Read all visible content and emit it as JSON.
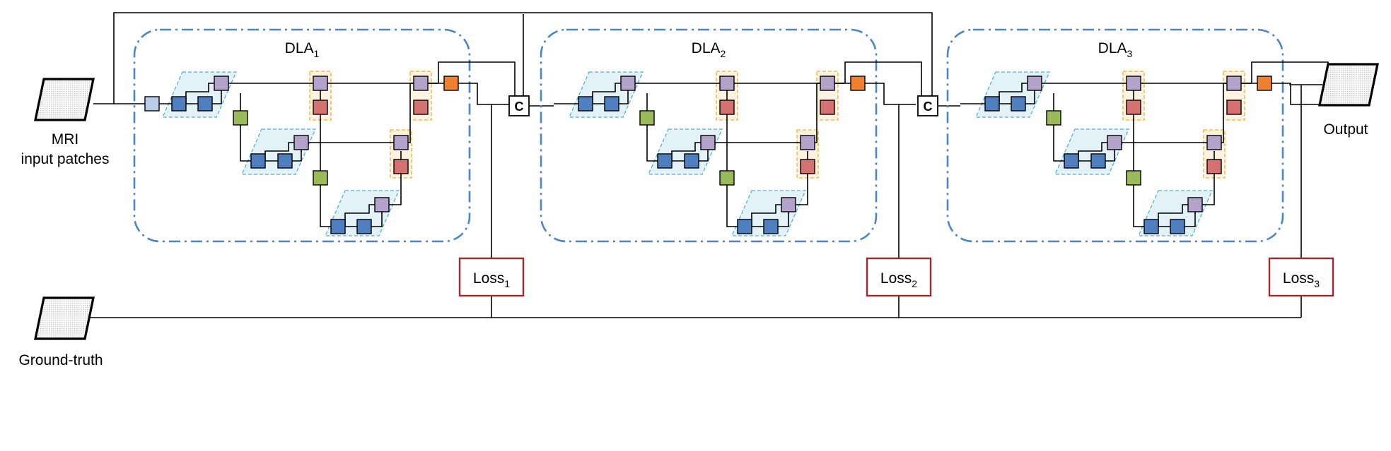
{
  "input": {
    "line1": "MRI",
    "line2": "input patches"
  },
  "output": {
    "label": "Output"
  },
  "groundtruth": {
    "label": "Ground-truth"
  },
  "modules": [
    {
      "name": "DLA",
      "sub": "1"
    },
    {
      "name": "DLA",
      "sub": "2"
    },
    {
      "name": "DLA",
      "sub": "3"
    }
  ],
  "losses": [
    {
      "name": "Loss",
      "sub": "1"
    },
    {
      "name": "Loss",
      "sub": "2"
    },
    {
      "name": "Loss",
      "sub": "3"
    }
  ],
  "concat": {
    "label": "C"
  },
  "colors": {
    "frame": "#4a86c8",
    "loss_border": "#a0282d",
    "blue_group_fill": "#e3f2f7",
    "blue_group_border": "#4fb3d2",
    "orange_group_fill": "#fdf3e0",
    "orange_group_border": "#f0b030",
    "block_light_blue": "#b7cde8",
    "block_blue": "#4f7fbf",
    "block_purple": "#b3a2c9",
    "block_green": "#9bbb5a",
    "block_red": "#d57170",
    "block_orange": "#f08030",
    "patch_fill": "#d9d9d9"
  }
}
